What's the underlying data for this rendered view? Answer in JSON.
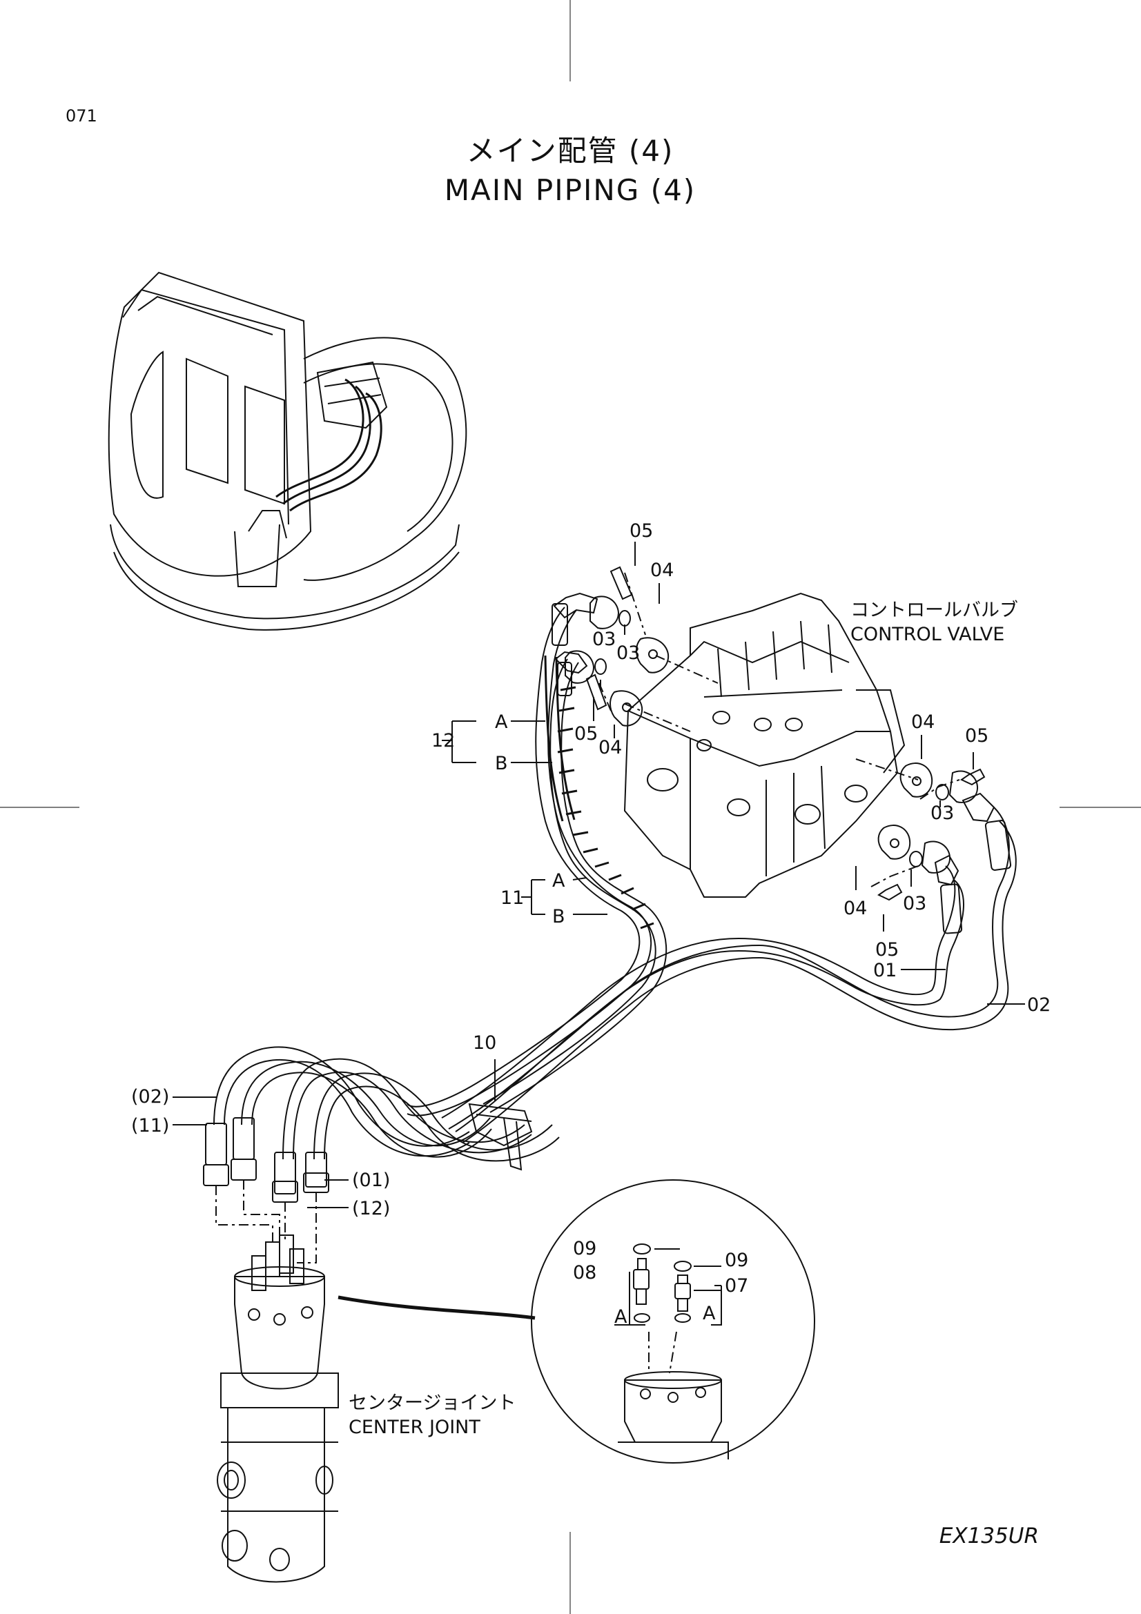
{
  "page": {
    "number": "071",
    "title_jp": "メイン配管 (4)",
    "title_en": "MAIN PIPING (4)",
    "model": "EX135UR"
  },
  "components": {
    "control_valve_jp": "コントロールバルブ",
    "control_valve_en": "CONTROL VALVE",
    "center_joint_jp": "センタージョイント",
    "center_joint_en": "CENTER JOINT"
  },
  "callouts": {
    "n01": "01",
    "n02": "02",
    "n03a": "03",
    "n03b": "03",
    "n03c": "03",
    "n03d": "03",
    "n04a": "04",
    "n04b": "04",
    "n04c": "04",
    "n04d": "04",
    "n05a": "05",
    "n05b": "05",
    "n05c": "05",
    "n05d": "05",
    "n07": "07",
    "n08": "08",
    "n09a": "09",
    "n09b": "09",
    "n10": "10",
    "n11": "11",
    "n12": "12",
    "p01": "(01)",
    "p02": "(02)",
    "p11": "(11)",
    "p12": "(12)",
    "a": "A",
    "b": "B"
  }
}
